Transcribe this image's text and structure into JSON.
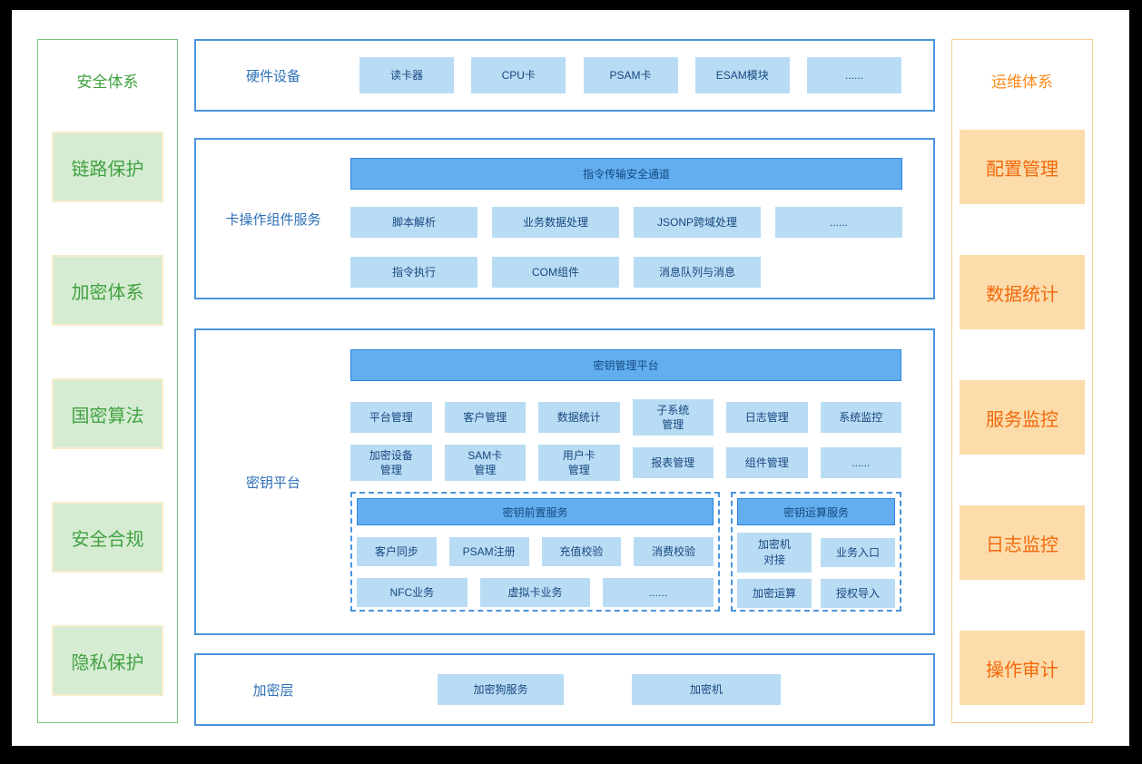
{
  "colors": {
    "accent_blue": "#4a94dd",
    "header_blue": "#63aeef",
    "header_border": "#2e86e0",
    "box_blue": "#b9dcf5",
    "box_text_blue": "#16477e",
    "label_blue": "#2d70b8",
    "green_border": "#7cc27c",
    "green_title": "#3fa23f",
    "green_fill": "#d5ecd2",
    "green_box_border": "#f8ecca",
    "green_text": "#42a142",
    "orange_border": "#f9cb92",
    "orange_title": "#ff8a1e",
    "orange_fill": "#fcdcaa",
    "orange_text": "#f2690d"
  },
  "security_panel": {
    "title": "安全体系",
    "items": [
      "链路保护",
      "加密体系",
      "国密算法",
      "安全合规",
      "隐私保护"
    ]
  },
  "ops_panel": {
    "title": "运维体系",
    "items": [
      "配置管理",
      "数据统计",
      "服务监控",
      "日志监控",
      "操作审计"
    ]
  },
  "hardware": {
    "label": "硬件设备",
    "items": [
      "读卡器",
      "CPU卡",
      "PSAM卡",
      "ESAM模块",
      "......"
    ]
  },
  "card_ops": {
    "label": "卡操作组件服务",
    "channel": "指令传输安全通道",
    "row1": [
      "脚本解析",
      "业务数据处理",
      "JSONP跨域处理"
    ],
    "row2": [
      "指令执行",
      "COM组件",
      "消息队列与消息"
    ],
    "more": "......"
  },
  "key_platform": {
    "label": "密钥平台",
    "platform": "密钥管理平台",
    "row1": [
      "平台管理",
      "客户管理",
      "数据统计",
      "子系统\n管理",
      "日志管理",
      "系统监控"
    ],
    "row2": [
      "加密设备\n管理",
      "SAM卡\n管理",
      "用户卡\n管理",
      "报表管理",
      "组件管理",
      "......"
    ],
    "front_service": {
      "header": "密钥前置服务",
      "row1": [
        "客户同步",
        "PSAM注册",
        "充值校验",
        "消费校验"
      ],
      "row2": [
        "NFC业务",
        "虚拟卡业务",
        "......"
      ]
    },
    "calc_service": {
      "header": "密钥运算服务",
      "row1": [
        "加密机\n对接",
        "业务入口"
      ],
      "row2": [
        "加密运算",
        "授权导入"
      ]
    }
  },
  "crypto_layer": {
    "label": "加密层",
    "items": [
      "加密狗服务",
      "加密机"
    ]
  }
}
